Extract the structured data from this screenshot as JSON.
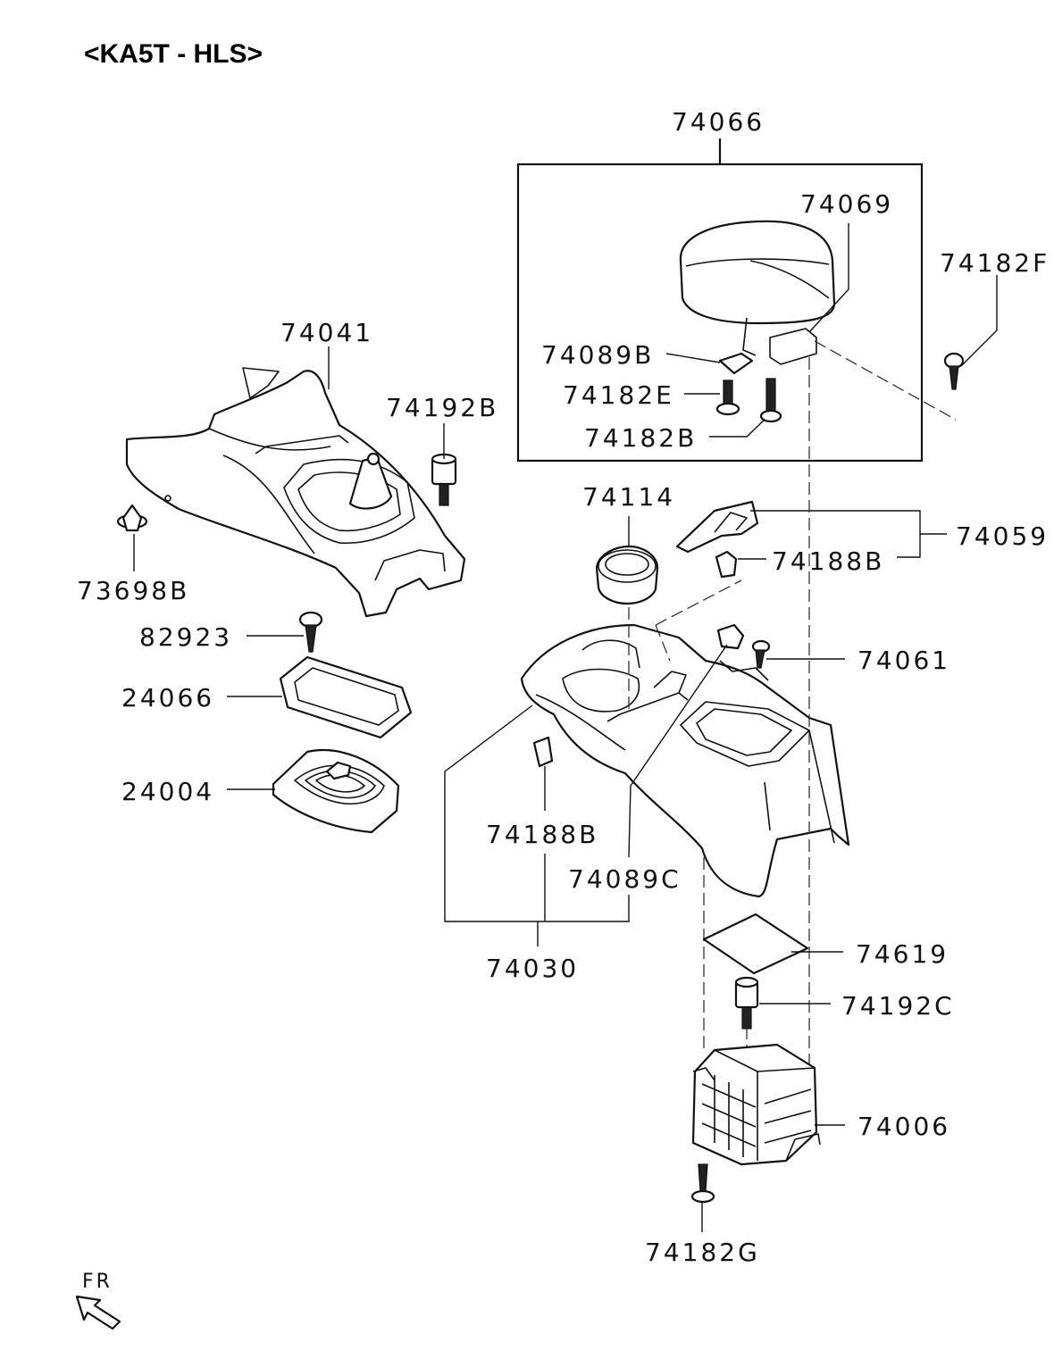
{
  "diagram": {
    "title": "<KA5T - HLS>",
    "fr_label": "FR",
    "labels": {
      "p74066": "74066",
      "p74069": "74069",
      "p74182F": "74182F",
      "p74089B": "74089B",
      "p74182E": "74182E",
      "p74182B": "74182B",
      "p74041": "74041",
      "p74192B": "74192B",
      "p73698B": "73698B",
      "p74114": "74114",
      "p74059": "74059",
      "p74188B_top": "74188B",
      "p82923": "82923",
      "p74061": "74061",
      "p24066": "24066",
      "p24004": "24004",
      "p74188B_mid": "74188B",
      "p74089C": "74089C",
      "p74030": "74030",
      "p74619": "74619",
      "p74192C": "74192C",
      "p74006": "74006",
      "p74182G": "74182G"
    }
  }
}
